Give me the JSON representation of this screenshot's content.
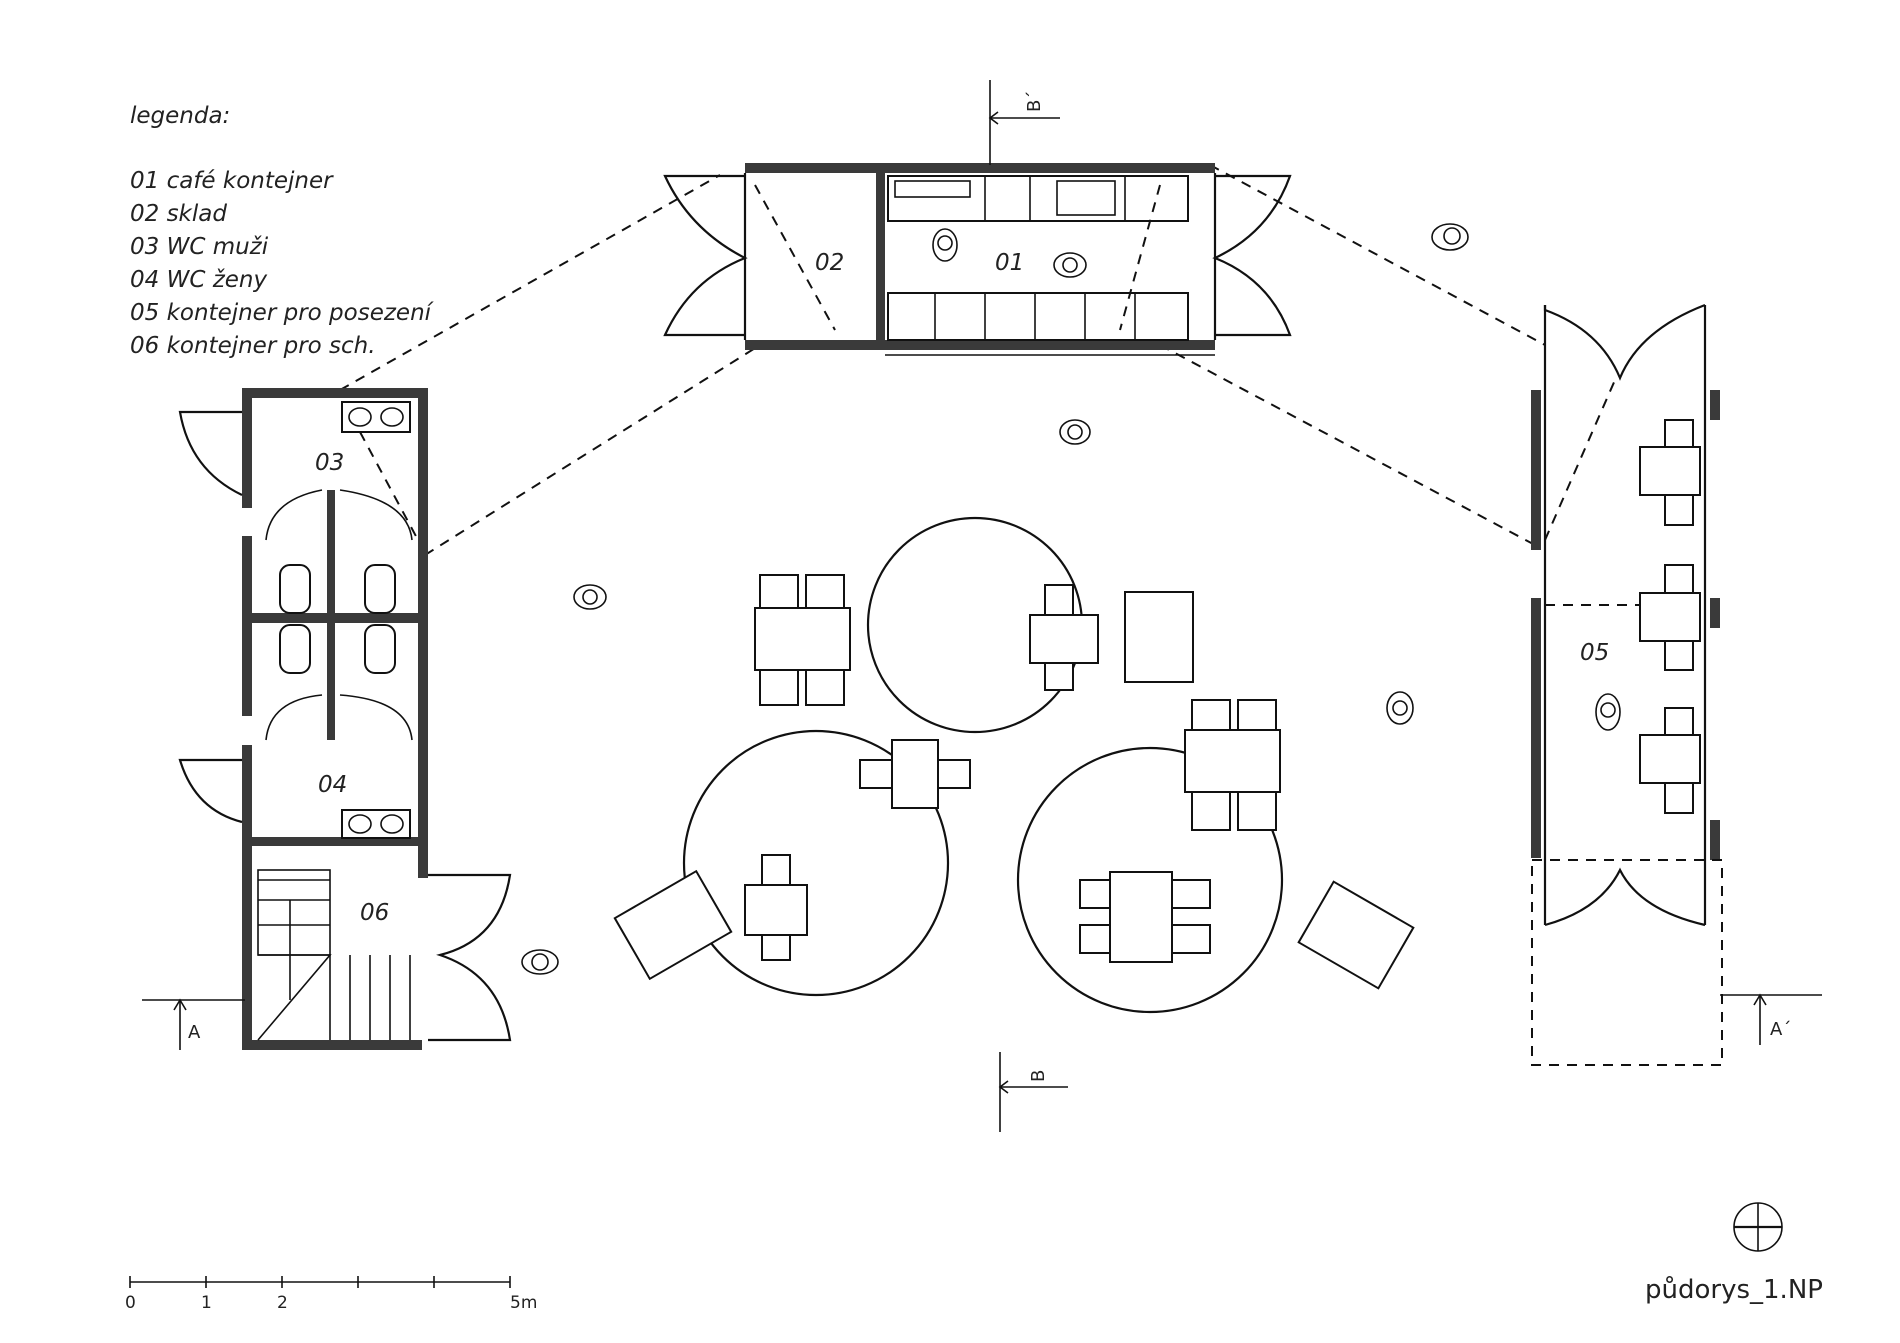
{
  "legend": {
    "title": "legenda:",
    "items": [
      "01 café kontejner",
      "02  sklad",
      "03 WC muži",
      "04 WC ženy",
      "05 kontejner pro posezení",
      "06 kontejner pro sch."
    ]
  },
  "rooms": {
    "r01": "01",
    "r02": "02",
    "r03": "03",
    "r04": "04",
    "r05": "05",
    "r06": "06"
  },
  "sections": {
    "a": "A",
    "a_prime": "A´",
    "b": "B",
    "b_prime": "B´"
  },
  "scale": {
    "ticks": [
      "0",
      "1",
      "2",
      "5m"
    ]
  },
  "title": "půdorys_1.NP"
}
